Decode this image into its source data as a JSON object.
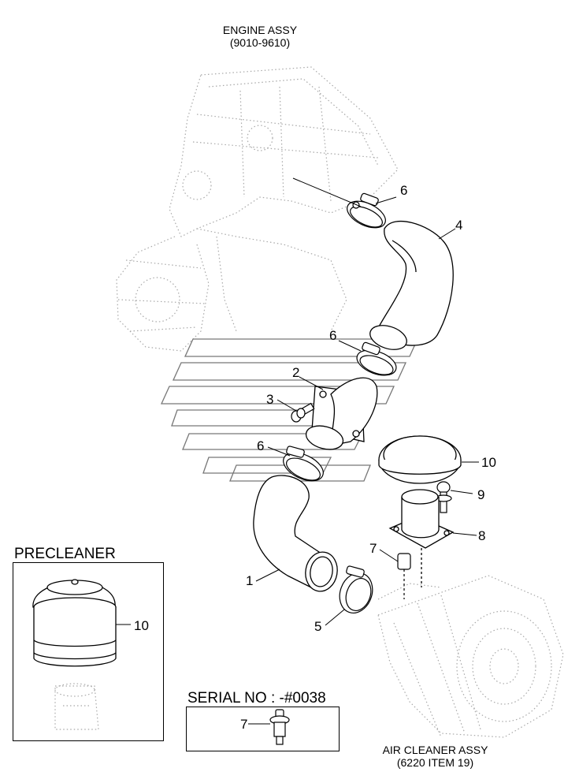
{
  "labels": {
    "engine_title": "ENGINE ASSY",
    "engine_code": "(9010-9610)",
    "air_cleaner_title": "AIR CLEANER ASSY",
    "air_cleaner_code": "(6220 ITEM 19)",
    "precleaner_title": "PRECLEANER",
    "serial_title": "SERIAL NO : -#0038"
  },
  "callouts": {
    "c6a": "6",
    "c4": "4",
    "c6b": "6",
    "c2": "2",
    "c3": "3",
    "c6c": "6",
    "c10a": "10",
    "c9": "9",
    "c8": "8",
    "c7a": "7",
    "c1": "1",
    "c5": "5",
    "c10b": "10",
    "c7b": "7"
  },
  "colors": {
    "line": "#000000",
    "ghost": "#9a9a9a",
    "background": "#ffffff"
  }
}
